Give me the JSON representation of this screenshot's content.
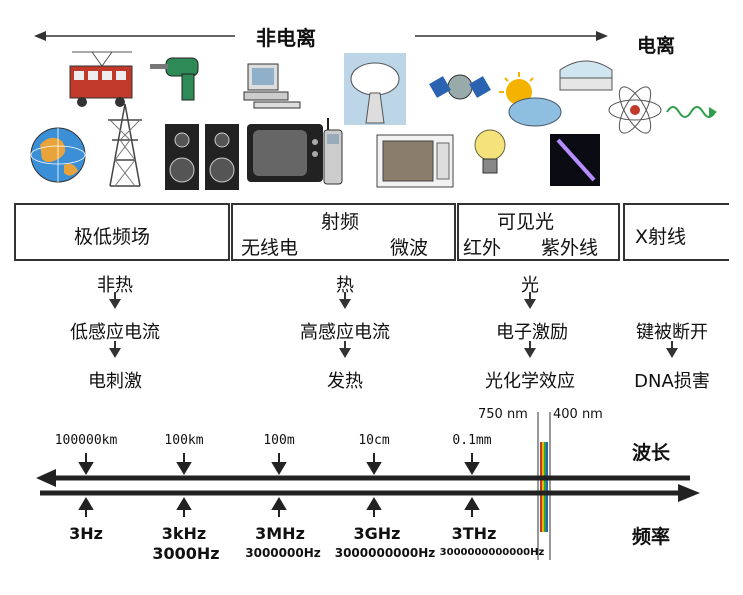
{
  "header": {
    "non_ionizing": "非电离",
    "ionizing": "电离"
  },
  "bands": [
    {
      "title": "极低频场",
      "sub_left": "",
      "sub_right": ""
    },
    {
      "title": "射频",
      "sub_left": "无线电",
      "sub_right": "微波"
    },
    {
      "title": "可见光",
      "sub_left": "红外",
      "sub_right": "紫外线"
    },
    {
      "title": "X射线",
      "sub_left": "",
      "sub_right": ""
    }
  ],
  "effects": [
    {
      "top": "非热",
      "mid": "低感应电流",
      "bottom": "电刺激"
    },
    {
      "top": "热",
      "mid": "高感应电流",
      "bottom": "发热"
    },
    {
      "top": "光",
      "mid": "电子激励",
      "bottom": "光化学效应"
    },
    {
      "top": "",
      "mid": "键被断开",
      "bottom": "DNA损害"
    }
  ],
  "visible_range": {
    "left": "750 nm",
    "right": "400 nm"
  },
  "axis": {
    "wavelength_label": "波长",
    "frequency_label": "频率"
  },
  "wavelengths": [
    "100000km",
    "100km",
    "100m",
    "10cm",
    "0.1mm"
  ],
  "frequencies": [
    {
      "main": "3Hz",
      "alt": ""
    },
    {
      "main": "3kHz",
      "alt": "3000Hz"
    },
    {
      "main": "3MHz",
      "alt": "3000000Hz"
    },
    {
      "main": "3GHz",
      "alt": "3000000000Hz"
    },
    {
      "main": "3THz",
      "alt": "3000000000000Hz"
    }
  ]
}
